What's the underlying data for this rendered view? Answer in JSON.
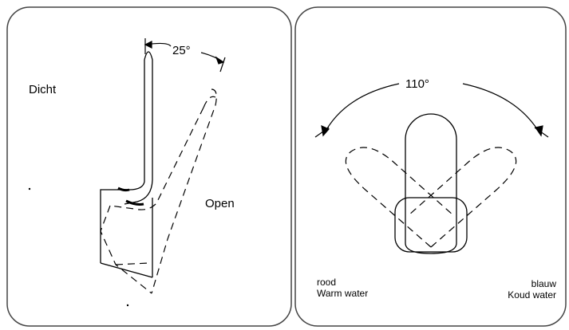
{
  "left_panel": {
    "angle_label": "25°",
    "closed_label": "Dicht",
    "open_label": "Open"
  },
  "right_panel": {
    "angle_label": "110°",
    "warm": {
      "color_name": "rood",
      "description": "Warm water"
    },
    "cold": {
      "color_name": "blauw",
      "description": "Koud water"
    }
  }
}
